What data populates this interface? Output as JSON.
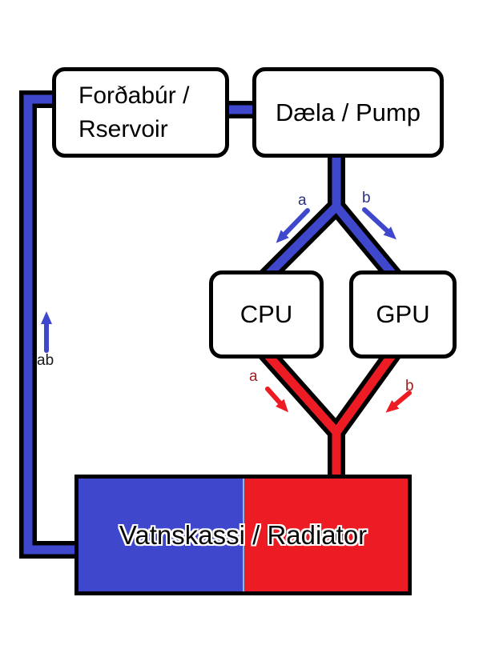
{
  "diagram": {
    "nodes": {
      "reservoir": {
        "line1": "Forðabúr /",
        "line2": "Rservoir"
      },
      "pump": {
        "label": "Dæla / Pump"
      },
      "cpu": {
        "label": "CPU"
      },
      "gpu": {
        "label": "GPU"
      },
      "radiator": {
        "label": "Vatnskassi / Radiator"
      }
    },
    "flow_labels": {
      "cold_branch_a": "a",
      "cold_branch_b": "b",
      "hot_branch_a": "a",
      "hot_branch_b": "b",
      "return_line": "ab"
    },
    "colors": {
      "cold_line": "#3F48CC",
      "hot_line": "#ED1C24",
      "pipe_outline": "#000000",
      "radiator_cold_half": "#3F48CC",
      "radiator_hot_half": "#ED1C24",
      "radiator_divider": "#8FB8E8",
      "cold_label_text": "#2B3280",
      "hot_label_text": "#A11D22",
      "return_label_text": "#1A1A1A"
    }
  }
}
